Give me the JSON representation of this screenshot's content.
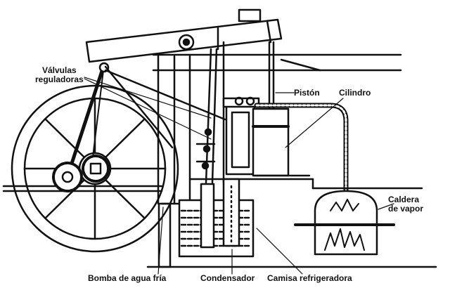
{
  "diagram": {
    "labels": {
      "valvulas": "Válvulas\nreguladoras",
      "piston": "Pistón",
      "cilindro": "Cilindro",
      "caldera": "Caldera\nde vapor",
      "bomba": "Bomba de agua fría",
      "condensador": "Condensador",
      "camisa": "Camisa refrigeradora"
    },
    "colors": {
      "ink": "#111111",
      "paper": "#ffffff"
    }
  }
}
